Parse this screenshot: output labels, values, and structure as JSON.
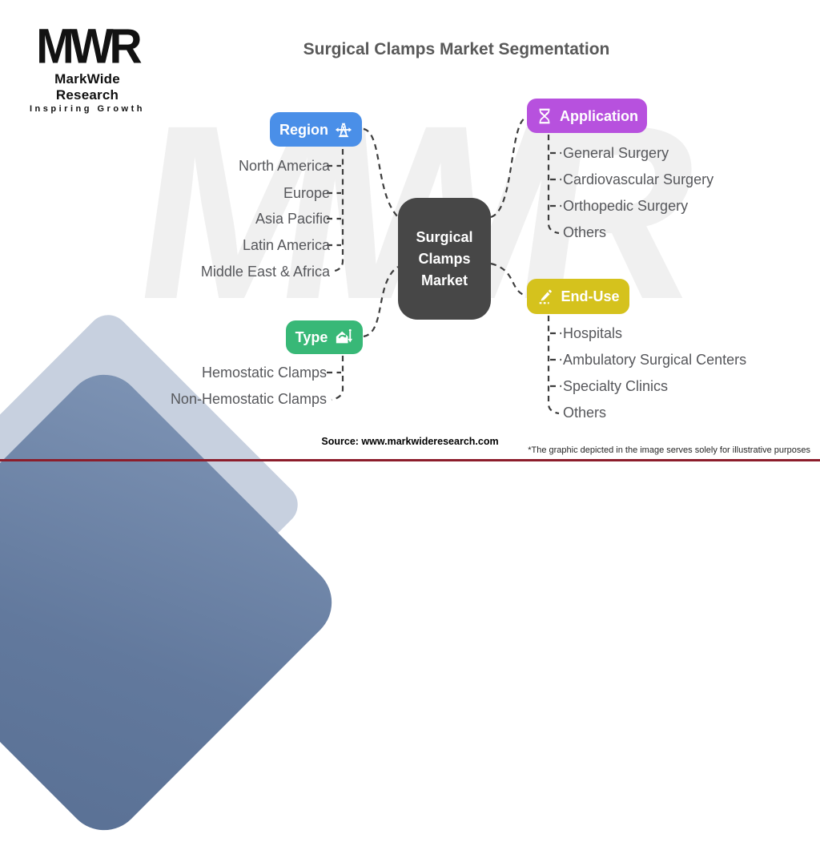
{
  "logo": {
    "acronym": "MWR",
    "name": "MarkWide Research",
    "tagline": "Inspiring Growth"
  },
  "title": "Surgical Clamps Market Segmentation",
  "watermark": "MWR",
  "center_node": {
    "label": "Surgical\nClamps\nMarket",
    "color": "#474747"
  },
  "branches": {
    "region": {
      "label": "Region",
      "color": "#4a8fe8",
      "icon": "jack-lift-icon",
      "items": [
        "North America",
        "Europe",
        "Asia Pacific",
        "Latin America",
        "Middle East & Africa"
      ]
    },
    "application": {
      "label": "Application",
      "color": "#b751de",
      "icon": "hourglass-weave-icon",
      "items": [
        "General Surgery",
        "Cardiovascular Surgery",
        "Orthopedic Surgery",
        "Others"
      ]
    },
    "type": {
      "label": "Type",
      "color": "#38b877",
      "icon": "house-sync-icon",
      "items": [
        "Hemostatic Clamps",
        "Non-Hemostatic Clamps"
      ]
    },
    "end_use": {
      "label": "End-Use",
      "color": "#d5c21d",
      "icon": "marker-pen-icon",
      "items": [
        "Hospitals",
        "Ambulatory Surgical Centers",
        "Specialty Clinics",
        "Others"
      ]
    }
  },
  "footer": {
    "source": "Source: www.markwideresearch.com",
    "disclaimer": "*The graphic depicted in the image serves solely for illustrative purposes"
  }
}
